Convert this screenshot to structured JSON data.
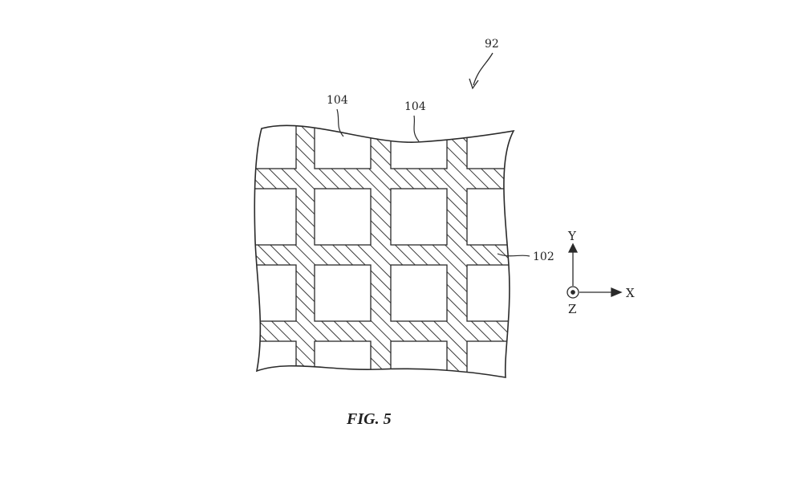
{
  "figure": {
    "ref_assembly": "92",
    "ref_pixel_top_left": "104",
    "ref_pixel_top_mid": "104",
    "ref_grid": "102",
    "caption": "FIG. 5"
  },
  "axes": {
    "y": "Y",
    "x": "X",
    "z": "Z"
  },
  "colors": {
    "line": "#2a2a2a",
    "hatch": "#3a3a3a",
    "background": "#ffffff"
  }
}
